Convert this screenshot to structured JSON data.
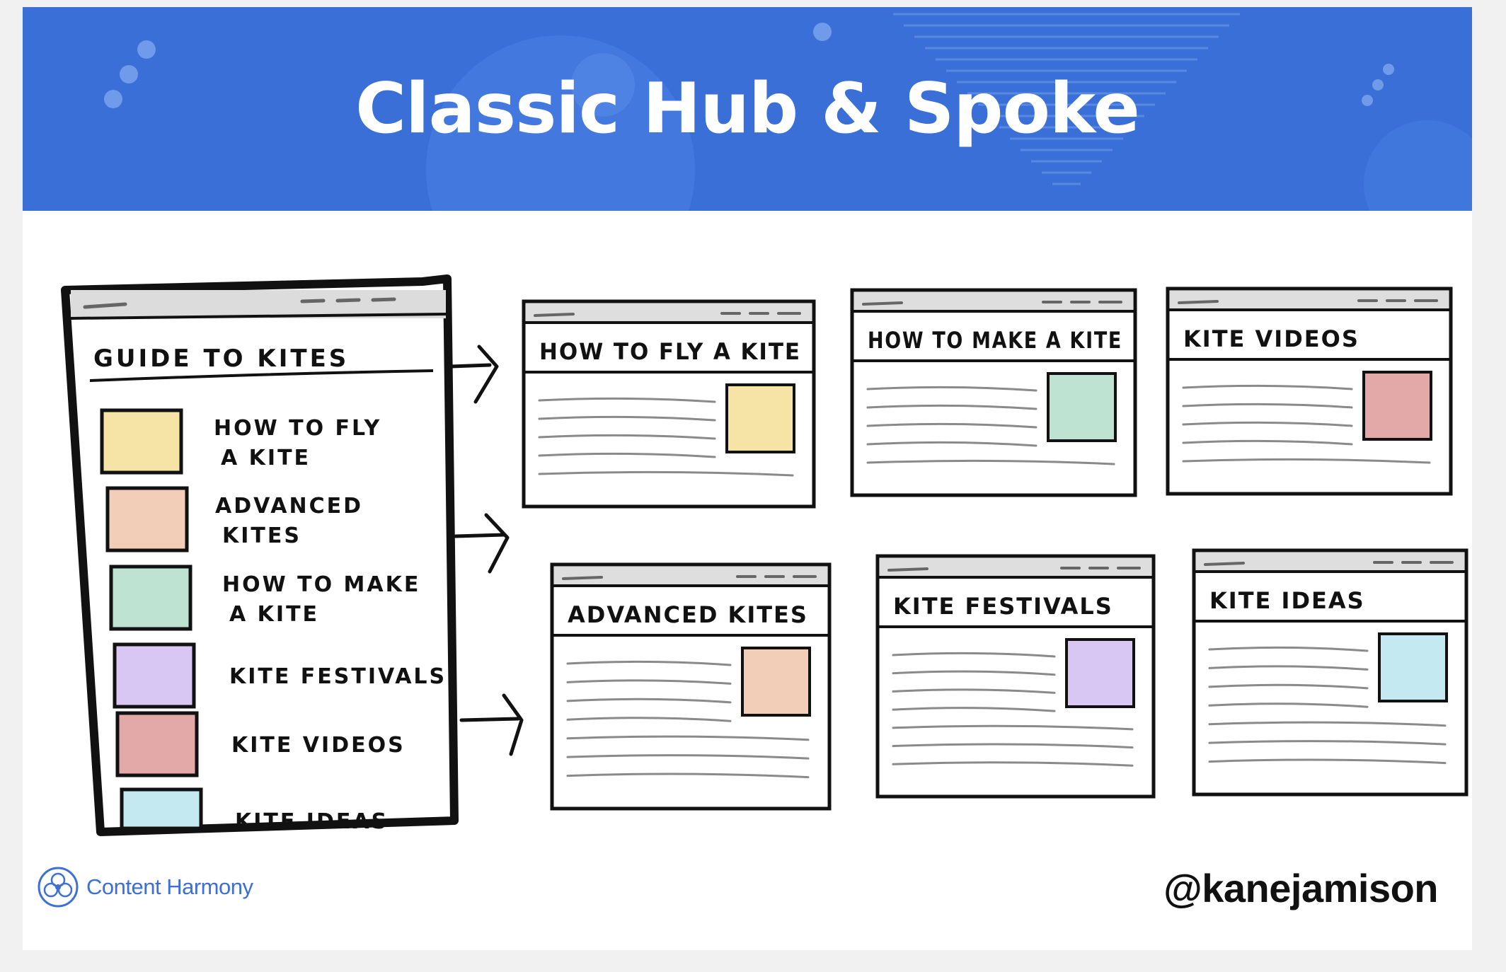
{
  "slide": {
    "title": "Classic Hub & Spoke",
    "brand": {
      "name": "Content Harmony",
      "color": "#3d6fd6",
      "icon": "flower-logo-icon"
    },
    "handle": "@kanejamison",
    "banner_color": "#3a6fd8"
  },
  "hub": {
    "title": "GUIDE TO KITES",
    "items": [
      {
        "label_lines": [
          "HOW TO FLY",
          "A KITE"
        ],
        "color": "#f6e3a6"
      },
      {
        "label_lines": [
          "ADVANCED",
          "KITES"
        ],
        "color": "#f2cdb8"
      },
      {
        "label_lines": [
          "HOW TO MAKE",
          "A KITE"
        ],
        "color": "#bfe3d2"
      },
      {
        "label_lines": [
          "KITE FESTIVALS"
        ],
        "color": "#d8c6f3"
      },
      {
        "label_lines": [
          "KITE VIDEOS"
        ],
        "color": "#e3a8a8"
      },
      {
        "label_lines": [
          "KITE IDEAS"
        ],
        "color": "#c4e9f0"
      }
    ]
  },
  "spokes": [
    {
      "title": "HOW TO FLY A KITE",
      "color": "#f6e3a6"
    },
    {
      "title": "HOW TO MAKE A KITE",
      "color": "#bfe3d2"
    },
    {
      "title": "KITE VIDEOS",
      "color": "#e3a8a8"
    },
    {
      "title": "ADVANCED KITES",
      "color": "#f2cdb8"
    },
    {
      "title": "KITE FESTIVALS",
      "color": "#d8c6f3"
    },
    {
      "title": "KITE IDEAS",
      "color": "#c4e9f0"
    }
  ]
}
